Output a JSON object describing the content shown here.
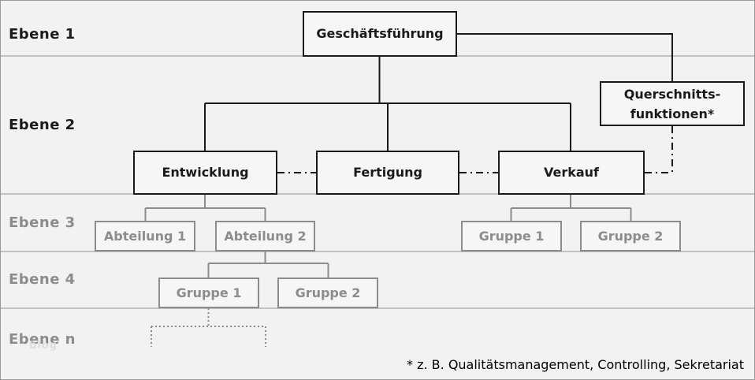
{
  "colors": {
    "background": "#f2f2f2",
    "primary": "#1a1a1a",
    "secondary": "#8c8c8c",
    "divider": "#909090"
  },
  "levels": [
    {
      "label": "Ebene 1",
      "tone": "dark"
    },
    {
      "label": "Ebene 2",
      "tone": "dark"
    },
    {
      "label": "Ebene 3",
      "tone": "gray"
    },
    {
      "label": "Ebene 4",
      "tone": "gray"
    },
    {
      "label": "Ebene n",
      "tone": "gray"
    }
  ],
  "nodes": {
    "geschaeftsfuehrung": {
      "label": "Geschäftsführung"
    },
    "querschnittsfunktionen": {
      "line1": "Querschnitts-",
      "line2": "funktionen*"
    },
    "entwicklung": {
      "label": "Entwicklung"
    },
    "fertigung": {
      "label": "Fertigung"
    },
    "verkauf": {
      "label": "Verkauf"
    },
    "abteilung1": {
      "label": "Abteilung 1"
    },
    "abteilung2": {
      "label": "Abteilung 2"
    },
    "verkauf_gruppe1": {
      "label": "Gruppe 1"
    },
    "verkauf_gruppe2": {
      "label": "Gruppe 2"
    },
    "abteilung2_gruppe1": {
      "label": "Gruppe 1"
    },
    "abteilung2_gruppe2": {
      "label": "Gruppe 2"
    }
  },
  "footnote": "* z. B. Qualitätsmanagement, Controlling, Sekretariat",
  "watermark": "blog"
}
